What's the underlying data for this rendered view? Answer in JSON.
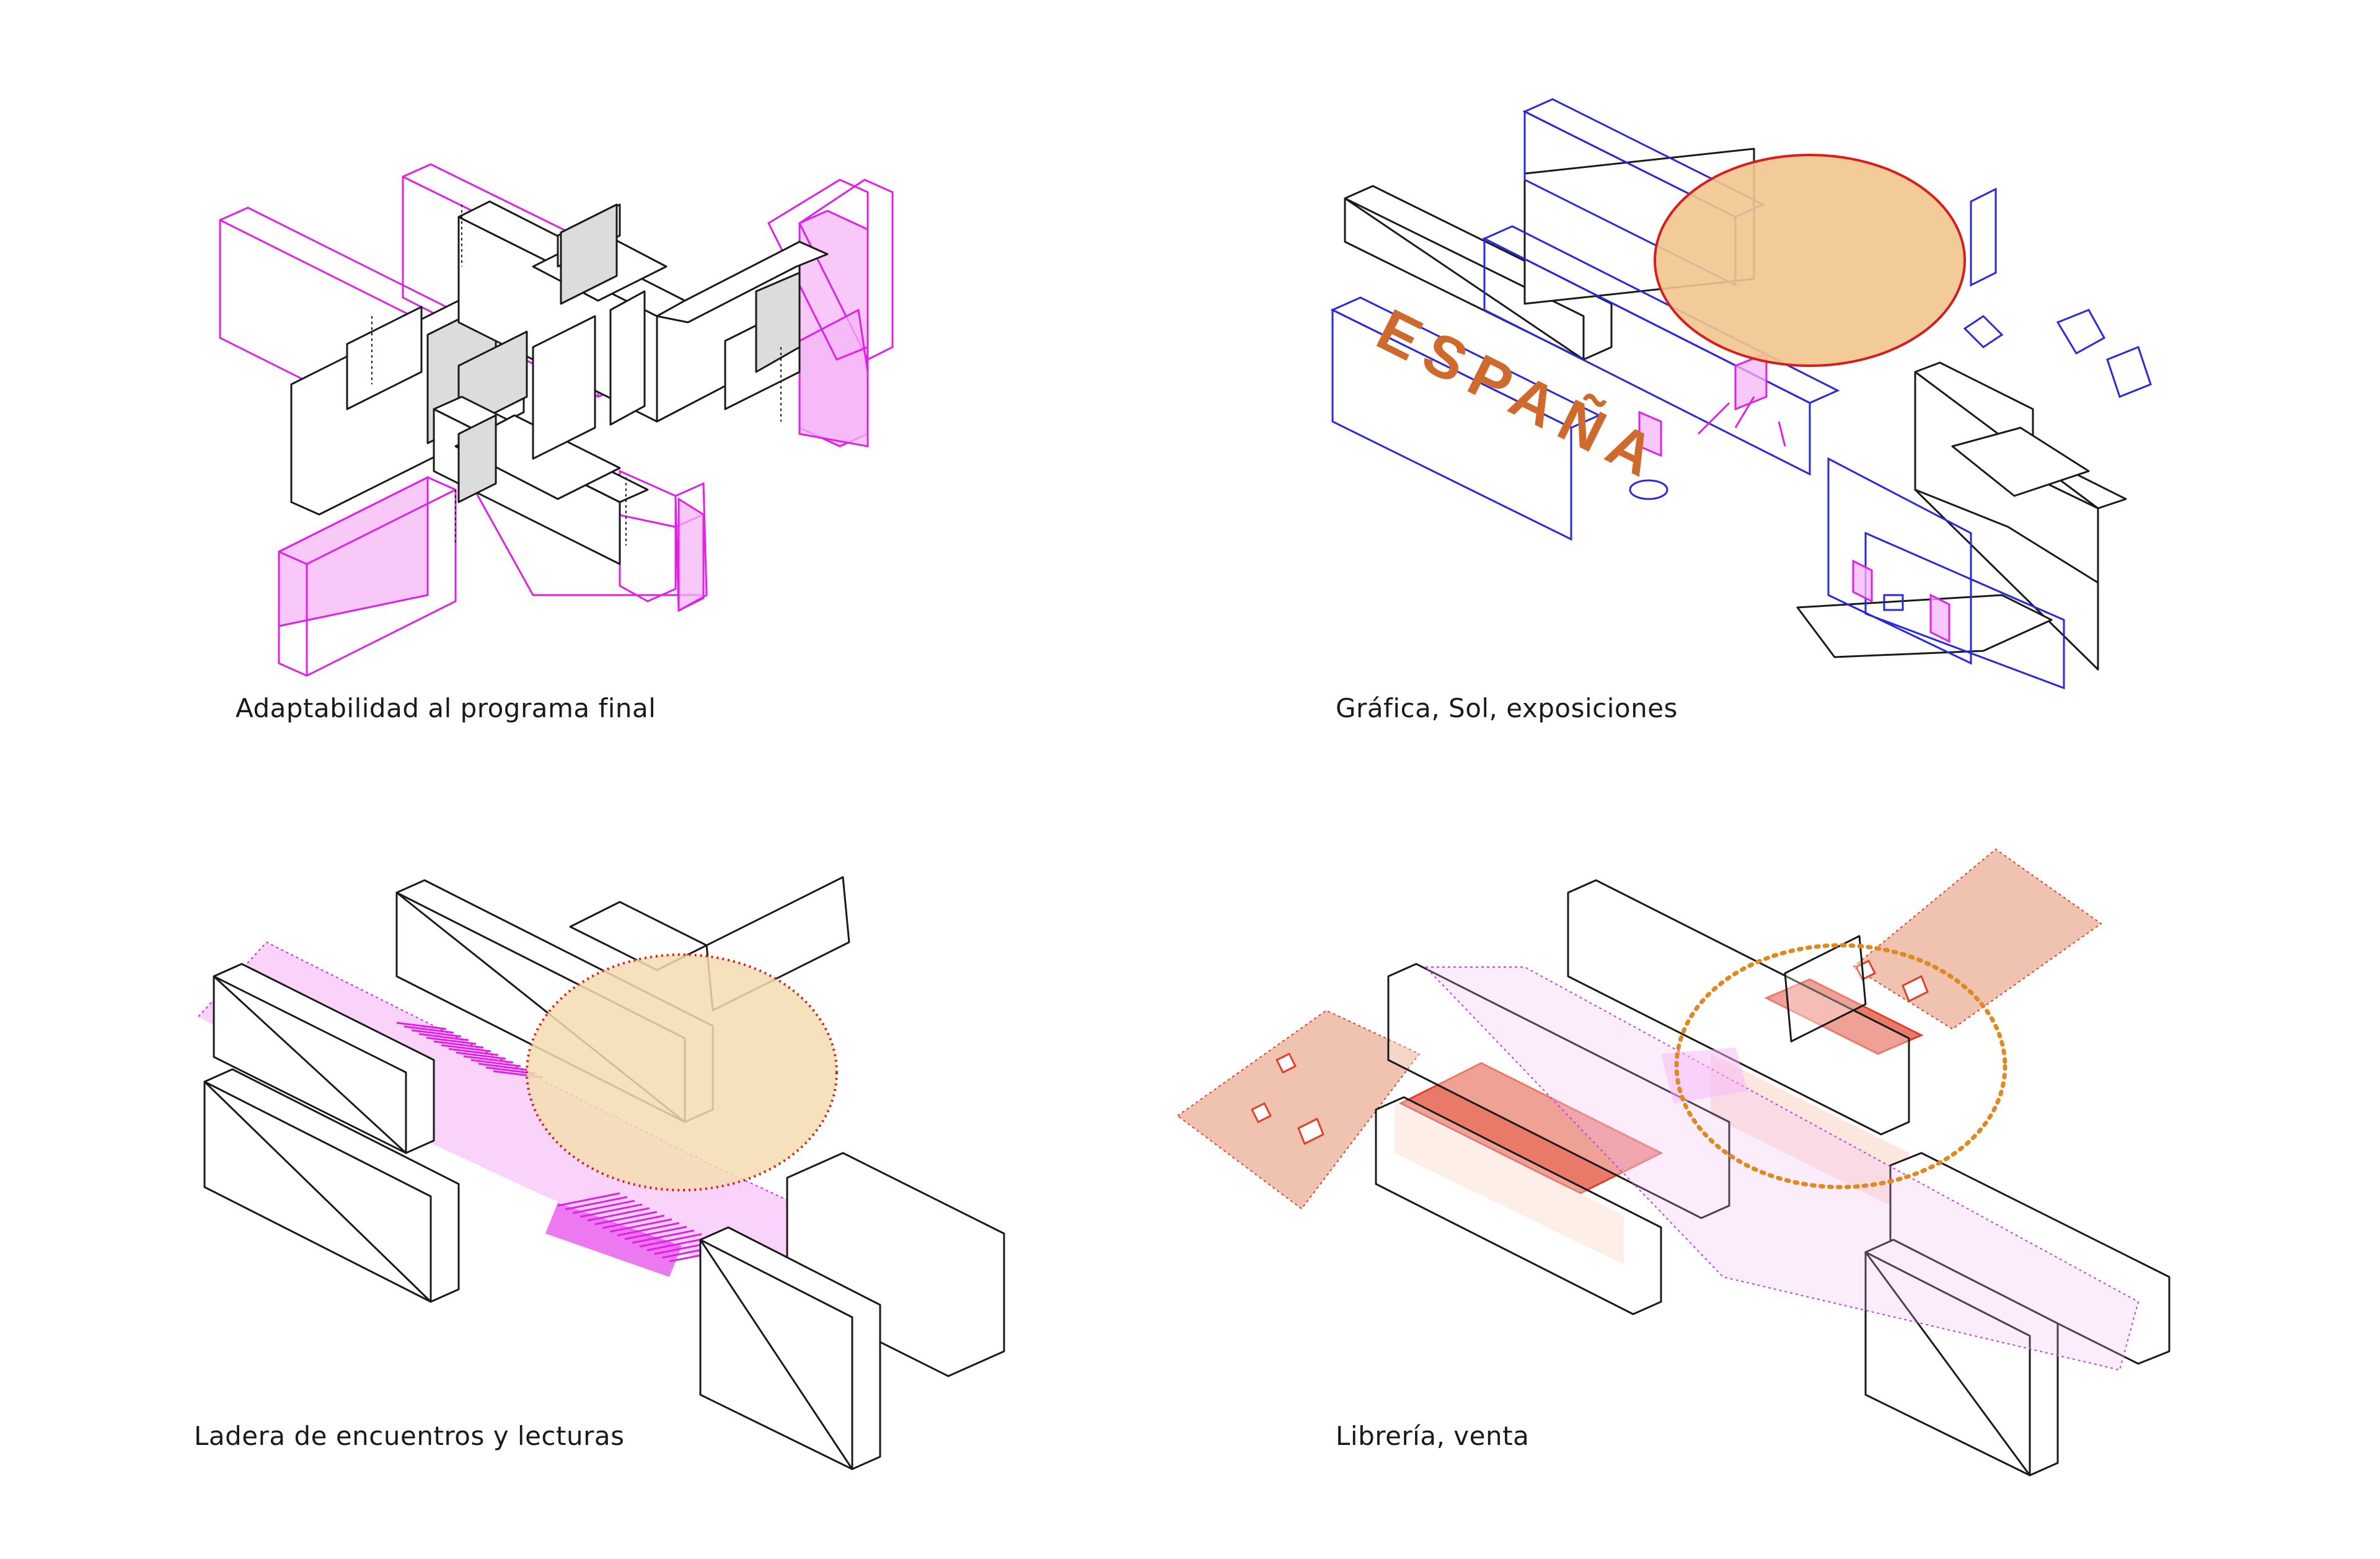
{
  "panels": [
    {
      "id": "adaptability",
      "caption": "Adaptabilidad al programa final"
    },
    {
      "id": "graphics",
      "caption": "Gráfica, Sol, exposiciones",
      "sign_text": "ESPAÑA"
    },
    {
      "id": "slope",
      "caption": "Ladera de encuentros y lecturas"
    },
    {
      "id": "bookshop",
      "caption": "Librería, venta"
    }
  ],
  "colors": {
    "line": "#1a1a1a",
    "magenta": "#e020e8",
    "magenta_fill": "#f5b6f7",
    "sun_fill": "#f2c58e",
    "sun_stroke": "#d91c1c",
    "sun_fill_light": "#f3ddb0",
    "blue": "#2828e0",
    "sign_orange": "#d06a2c",
    "salmon": "#e9a98e",
    "red": "#e0402a",
    "orange_dots": "#e08a1e"
  }
}
